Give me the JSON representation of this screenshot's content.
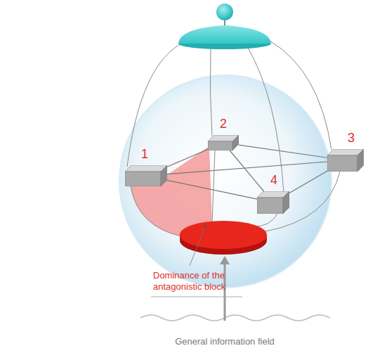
{
  "diagram": {
    "nodes": [
      {
        "text": [
          "1"
        ]
      },
      {
        "text": [
          "2"
        ]
      },
      {
        "text": [
          "3"
        ]
      },
      {
        "text": [
          "4"
        ]
      }
    ],
    "edges": [
      {
        "from": 0,
        "to": 1,
        "arrow": "none"
      },
      {
        "from": 0,
        "to": 2,
        "arrow": "none"
      },
      {
        "from": 0,
        "to": 3,
        "arrow": "none"
      },
      {
        "from": 1,
        "to": 2,
        "arrow": "none"
      },
      {
        "from": 1,
        "to": 3,
        "arrow": "none"
      },
      {
        "from": 2,
        "to": 3,
        "arrow": "none"
      }
    ],
    "labels": [
      "Dominance of the antagonistic block",
      "General information field"
    ]
  }
}
